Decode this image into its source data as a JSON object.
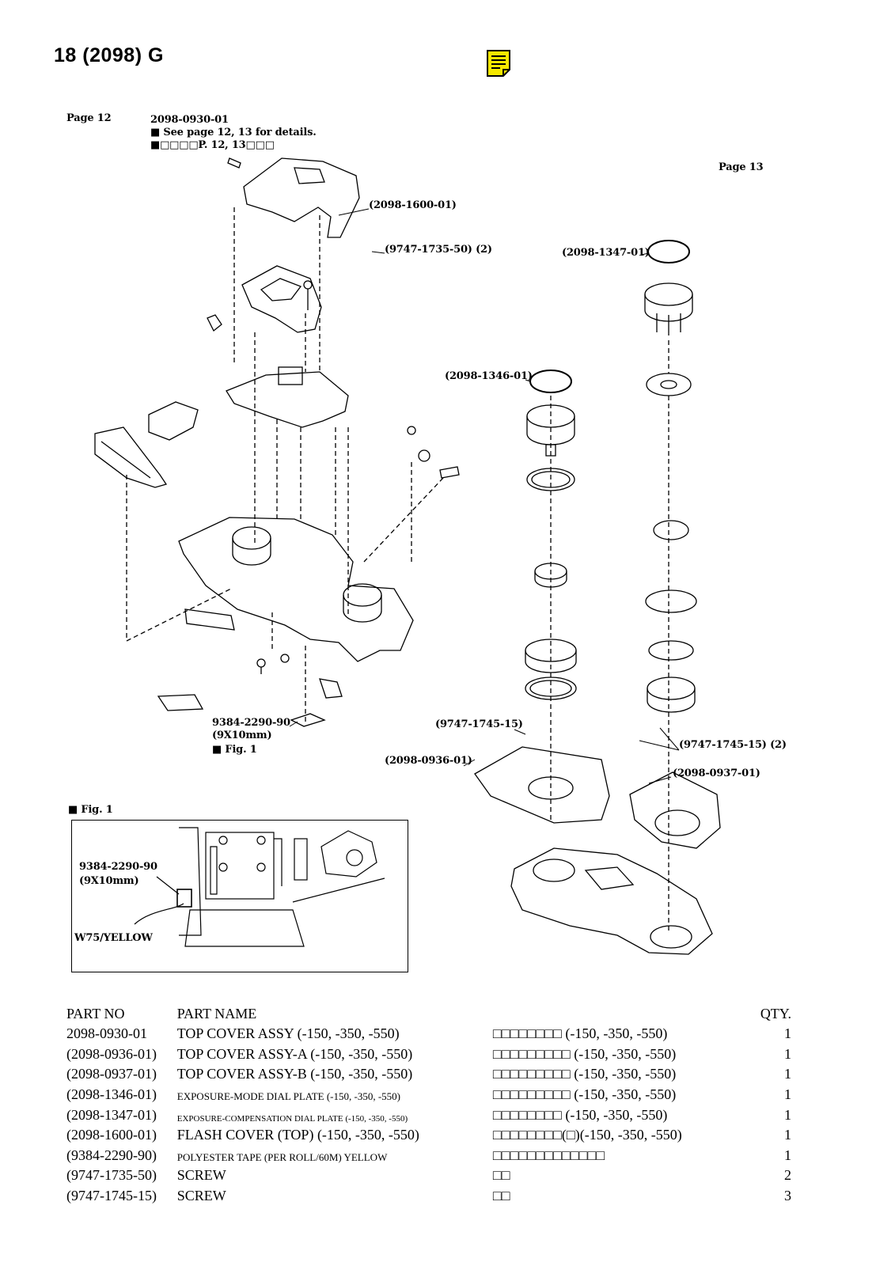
{
  "header": {
    "title": "18   (2098) G"
  },
  "labels": {
    "page12": "Page 12",
    "page13": "Page 13",
    "assy_no": "2098-0930-01",
    "see_details_en": "■ See page 12, 13 for details.",
    "see_details_jp": "■□□□□P. 12, 13□□□",
    "flash_cover": "(2098-1600-01)",
    "screw_1735": "(9747-1735-50)  (2)",
    "dial_1347": "(2098-1347-01)",
    "dial_1346": "(2098-1346-01)",
    "tape_no": "9384-2290-90",
    "tape_size": "(9X10mm)",
    "fig_ref": "■ Fig. 1",
    "screw_1745_a": "(9747-1745-15)",
    "screw_1745_b": "(9747-1745-15)  (2)",
    "cover_a": "(2098-0936-01)",
    "cover_b": "(2098-0937-01)",
    "fig1_title": "■ Fig. 1",
    "fig1_tape_no": "9384-2290-90",
    "fig1_tape_size": "(9X10mm)",
    "fig1_wire": "W75/YELLOW"
  },
  "parts_table": {
    "headers": {
      "part_no": "PART NO",
      "part_name": "PART NAME",
      "qty": "QTY."
    },
    "rows": [
      {
        "part_no": "2098-0930-01",
        "part_name": "TOP COVER ASSY (-150, -350, -550)",
        "jp": "□□□□□□□□ (-150, -350, -550)",
        "qty": "1",
        "size": "normal"
      },
      {
        "part_no": "(2098-0936-01)",
        "part_name": "TOP COVER ASSY-A (-150, -350, -550)",
        "jp": "□□□□□□□□□ (-150, -350, -550)",
        "qty": "1",
        "size": "normal"
      },
      {
        "part_no": "(2098-0937-01)",
        "part_name": "TOP COVER ASSY-B (-150, -350, -550)",
        "jp": "□□□□□□□□□ (-150, -350, -550)",
        "qty": "1",
        "size": "normal"
      },
      {
        "part_no": "(2098-1346-01)",
        "part_name": "EXPOSURE-MODE DIAL PLATE (-150, -350, -550)",
        "jp": "□□□□□□□□□ (-150, -350, -550)",
        "qty": "1",
        "size": "tiny"
      },
      {
        "part_no": "(2098-1347-01)",
        "part_name": "EXPOSURE-COMPENSATION DIAL PLATE (-150, -350, -550)",
        "jp": "□□□□□□□□ (-150, -350, -550)",
        "qty": "1",
        "size": "mini"
      },
      {
        "part_no": "(2098-1600-01)",
        "part_name": "FLASH COVER (TOP) (-150, -350, -550)",
        "jp": "□□□□□□□□(□)(-150, -350, -550)",
        "qty": "1",
        "size": "normal"
      },
      {
        "part_no": "(9384-2290-90)",
        "part_name": "POLYESTER TAPE (PER ROLL/60M) YELLOW",
        "jp": "□□□□□□□□□□□□□",
        "qty": "1",
        "size": "tiny"
      },
      {
        "part_no": "(9747-1735-50)",
        "part_name": "SCREW",
        "jp": "□□",
        "qty": "2",
        "size": "normal"
      },
      {
        "part_no": "(9747-1745-15)",
        "part_name": "SCREW",
        "jp": "□□",
        "qty": "3",
        "size": "normal"
      }
    ]
  },
  "colors": {
    "note_icon_fill": "#f5e800",
    "ink": "#000000"
  },
  "icons": {
    "note": "note-icon"
  }
}
